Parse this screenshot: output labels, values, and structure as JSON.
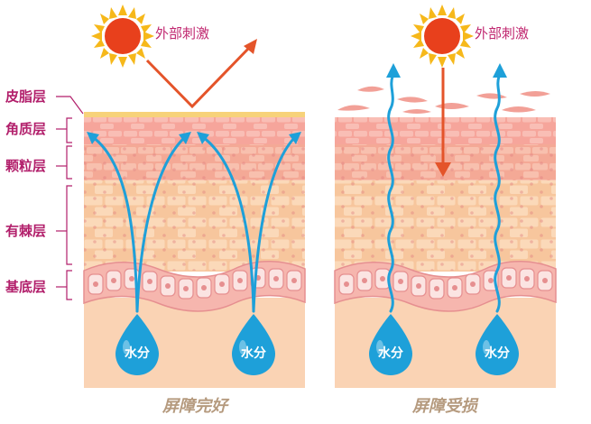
{
  "layers": {
    "sebum": "皮脂层",
    "corneum": "角质层",
    "granular": "颗粒层",
    "spinous": "有棘层",
    "basal": "基底层"
  },
  "external_stimulus": "外部刺激",
  "water": "水分",
  "captions": {
    "intact": "屏障完好",
    "damaged": "屏障受损"
  },
  "colors": {
    "label": "#b21f6b",
    "arrow_blue": "#1ea0d9",
    "arrow_red": "#e4542a",
    "sun": "#e8401c",
    "sun_rays": "#f6b81a"
  }
}
